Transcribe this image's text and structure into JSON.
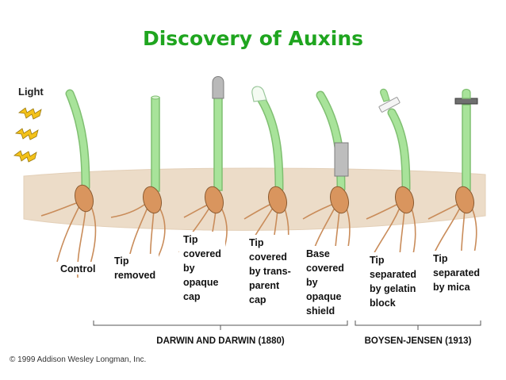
{
  "title": "Discovery of Auxins",
  "light_label": "Light",
  "experiments": [
    {
      "lines": [
        "Control"
      ]
    },
    {
      "lines": [
        "Tip",
        "removed"
      ]
    },
    {
      "lines": [
        "Tip",
        "covered",
        "by",
        "opaque",
        "cap"
      ]
    },
    {
      "lines": [
        "Tip",
        "covered",
        "by trans-",
        "parent",
        "cap"
      ]
    },
    {
      "lines": [
        "Base",
        "covered",
        "by",
        "opaque",
        "shield"
      ]
    },
    {
      "lines": [
        "Tip",
        "separated",
        "by gelatin",
        "block"
      ]
    },
    {
      "lines": [
        "Tip",
        "separated",
        "by mica"
      ]
    }
  ],
  "groups": [
    {
      "label": "DARWIN AND DARWIN (1880)"
    },
    {
      "label": "BOYSEN-JENSEN (1913)"
    }
  ],
  "copyright": "© 1999 Addison Wesley Longman, Inc.",
  "colors": {
    "title": "#1fa51f",
    "stem": "#a8e39a",
    "soil": "#ecdcc8",
    "seed": "#d9955e",
    "root": "#c98c5a",
    "light": "#f4c21a"
  }
}
